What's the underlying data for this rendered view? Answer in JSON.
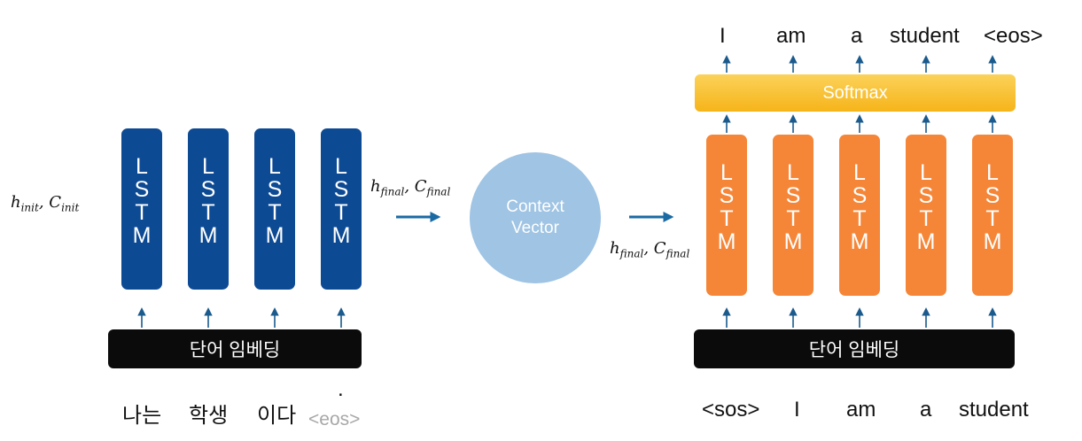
{
  "encoder": {
    "init_state": {
      "h": "h",
      "h_sub": "init",
      "c": "C",
      "c_sub": "init"
    },
    "cell_label": "L\nS\nT\nM",
    "cells": 4,
    "embedding_label": "단어 임베딩",
    "inputs": [
      "나는",
      "학생",
      "이다",
      "."
    ],
    "eos_label": "<eos>"
  },
  "transfer_label": {
    "h": "h",
    "h_sub": "final",
    "c": "C",
    "c_sub": "final"
  },
  "context": {
    "line1": "Context",
    "line2": "Vector"
  },
  "decoder": {
    "state_label": {
      "h": "h",
      "h_sub": "final",
      "c": "C",
      "c_sub": "final"
    },
    "cell_label": "L\nS\nT\nM",
    "cells": 5,
    "embedding_label": "단어 임베딩",
    "softmax_label": "Softmax",
    "inputs": [
      "<sos>",
      "I",
      "am",
      "a",
      "student"
    ],
    "outputs": [
      "I",
      "am",
      "a",
      "student",
      "<eos>"
    ]
  },
  "colors": {
    "encoder": "#0d4a94",
    "decoder": "#f58638",
    "softmax": "#f6b419",
    "context": "#9fc4e4",
    "arrow": "#1a5a8c"
  }
}
